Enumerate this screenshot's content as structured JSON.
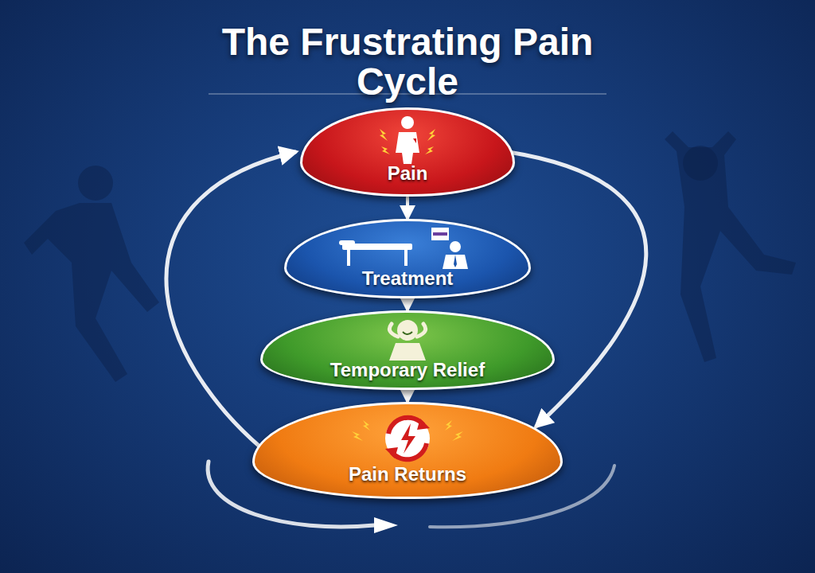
{
  "diagram": {
    "title": "The Frustrating Pain Cycle",
    "nodes": [
      {
        "text": [
          "Pain"
        ]
      },
      {
        "text": [
          "Treatment"
        ]
      },
      {
        "text": [
          "Temporary Relief"
        ]
      },
      {
        "text": [
          "Pain Returns"
        ]
      }
    ],
    "edges": [
      {
        "from": 0,
        "to": 1,
        "arrow": "to"
      },
      {
        "from": 1,
        "to": 2,
        "arrow": "to"
      },
      {
        "from": 2,
        "to": 3,
        "arrow": "to"
      },
      {
        "from": 0,
        "to": 3,
        "arrow": "to"
      },
      {
        "from": 3,
        "to": 0,
        "arrow": "to"
      }
    ]
  }
}
